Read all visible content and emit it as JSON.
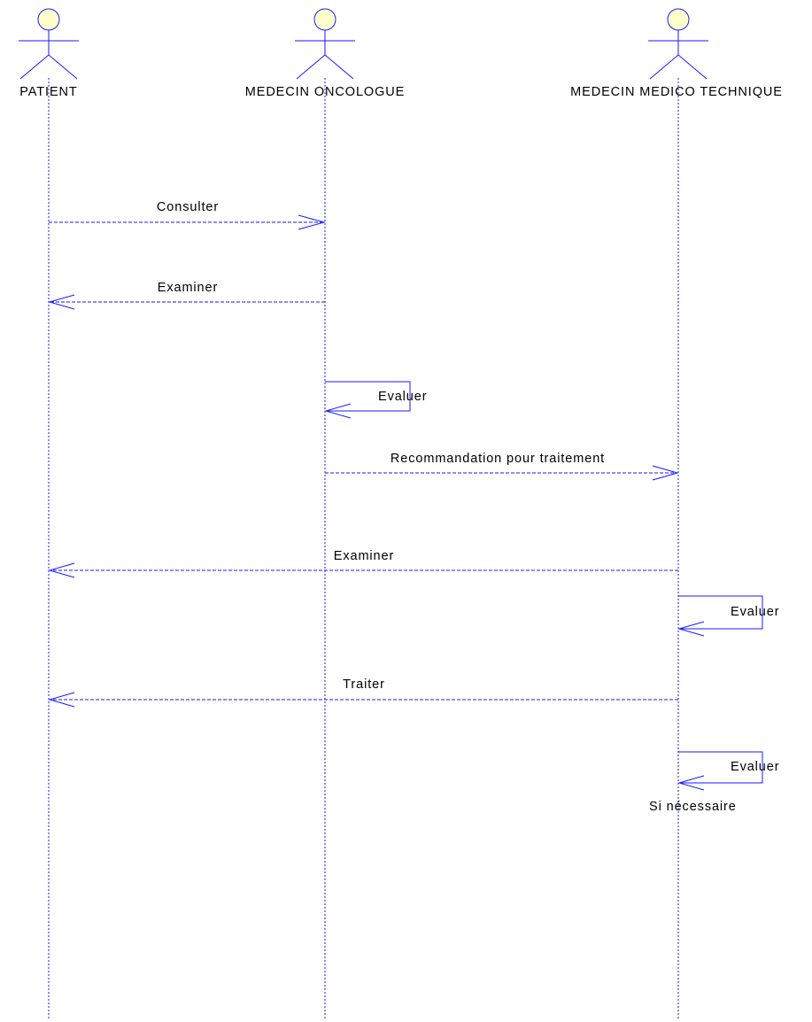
{
  "colors": {
    "line": "#1a1aff",
    "actor_head_fill": "#ffffcc",
    "text": "#000000",
    "background": "#ffffff"
  },
  "actors": [
    {
      "name": "PATIENT"
    },
    {
      "name": "MEDECIN ONCOLOGUE"
    },
    {
      "name": "MEDECIN MEDICO TECHNIQUE"
    }
  ],
  "messages": [
    {
      "from": 0,
      "to": 1,
      "label": "Consulter",
      "style": "dashed"
    },
    {
      "from": 1,
      "to": 0,
      "label": "Examiner",
      "style": "dashed"
    },
    {
      "from": 1,
      "to": 1,
      "label": "Evaluer",
      "style": "self"
    },
    {
      "from": 1,
      "to": 2,
      "label": "Recommandation pour traitement",
      "style": "dashed"
    },
    {
      "from": 2,
      "to": 0,
      "label": "Examiner",
      "style": "dashed"
    },
    {
      "from": 2,
      "to": 2,
      "label": "Evaluer",
      "style": "self"
    },
    {
      "from": 2,
      "to": 0,
      "label": "Traiter",
      "style": "dashed"
    },
    {
      "from": 2,
      "to": 2,
      "label": "Evaluer",
      "style": "self"
    }
  ],
  "notes": [
    {
      "text": "Si nécessaire"
    }
  ]
}
